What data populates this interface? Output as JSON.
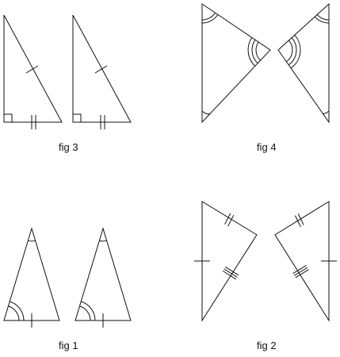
{
  "figures": {
    "fig3": {
      "caption": "fig 3"
    },
    "fig4": {
      "caption": "fig 4"
    },
    "fig1": {
      "caption": "fig 1"
    },
    "fig2": {
      "caption": "fig 2"
    }
  },
  "colors": {
    "stroke": "#111111",
    "background": "#ffffff"
  }
}
